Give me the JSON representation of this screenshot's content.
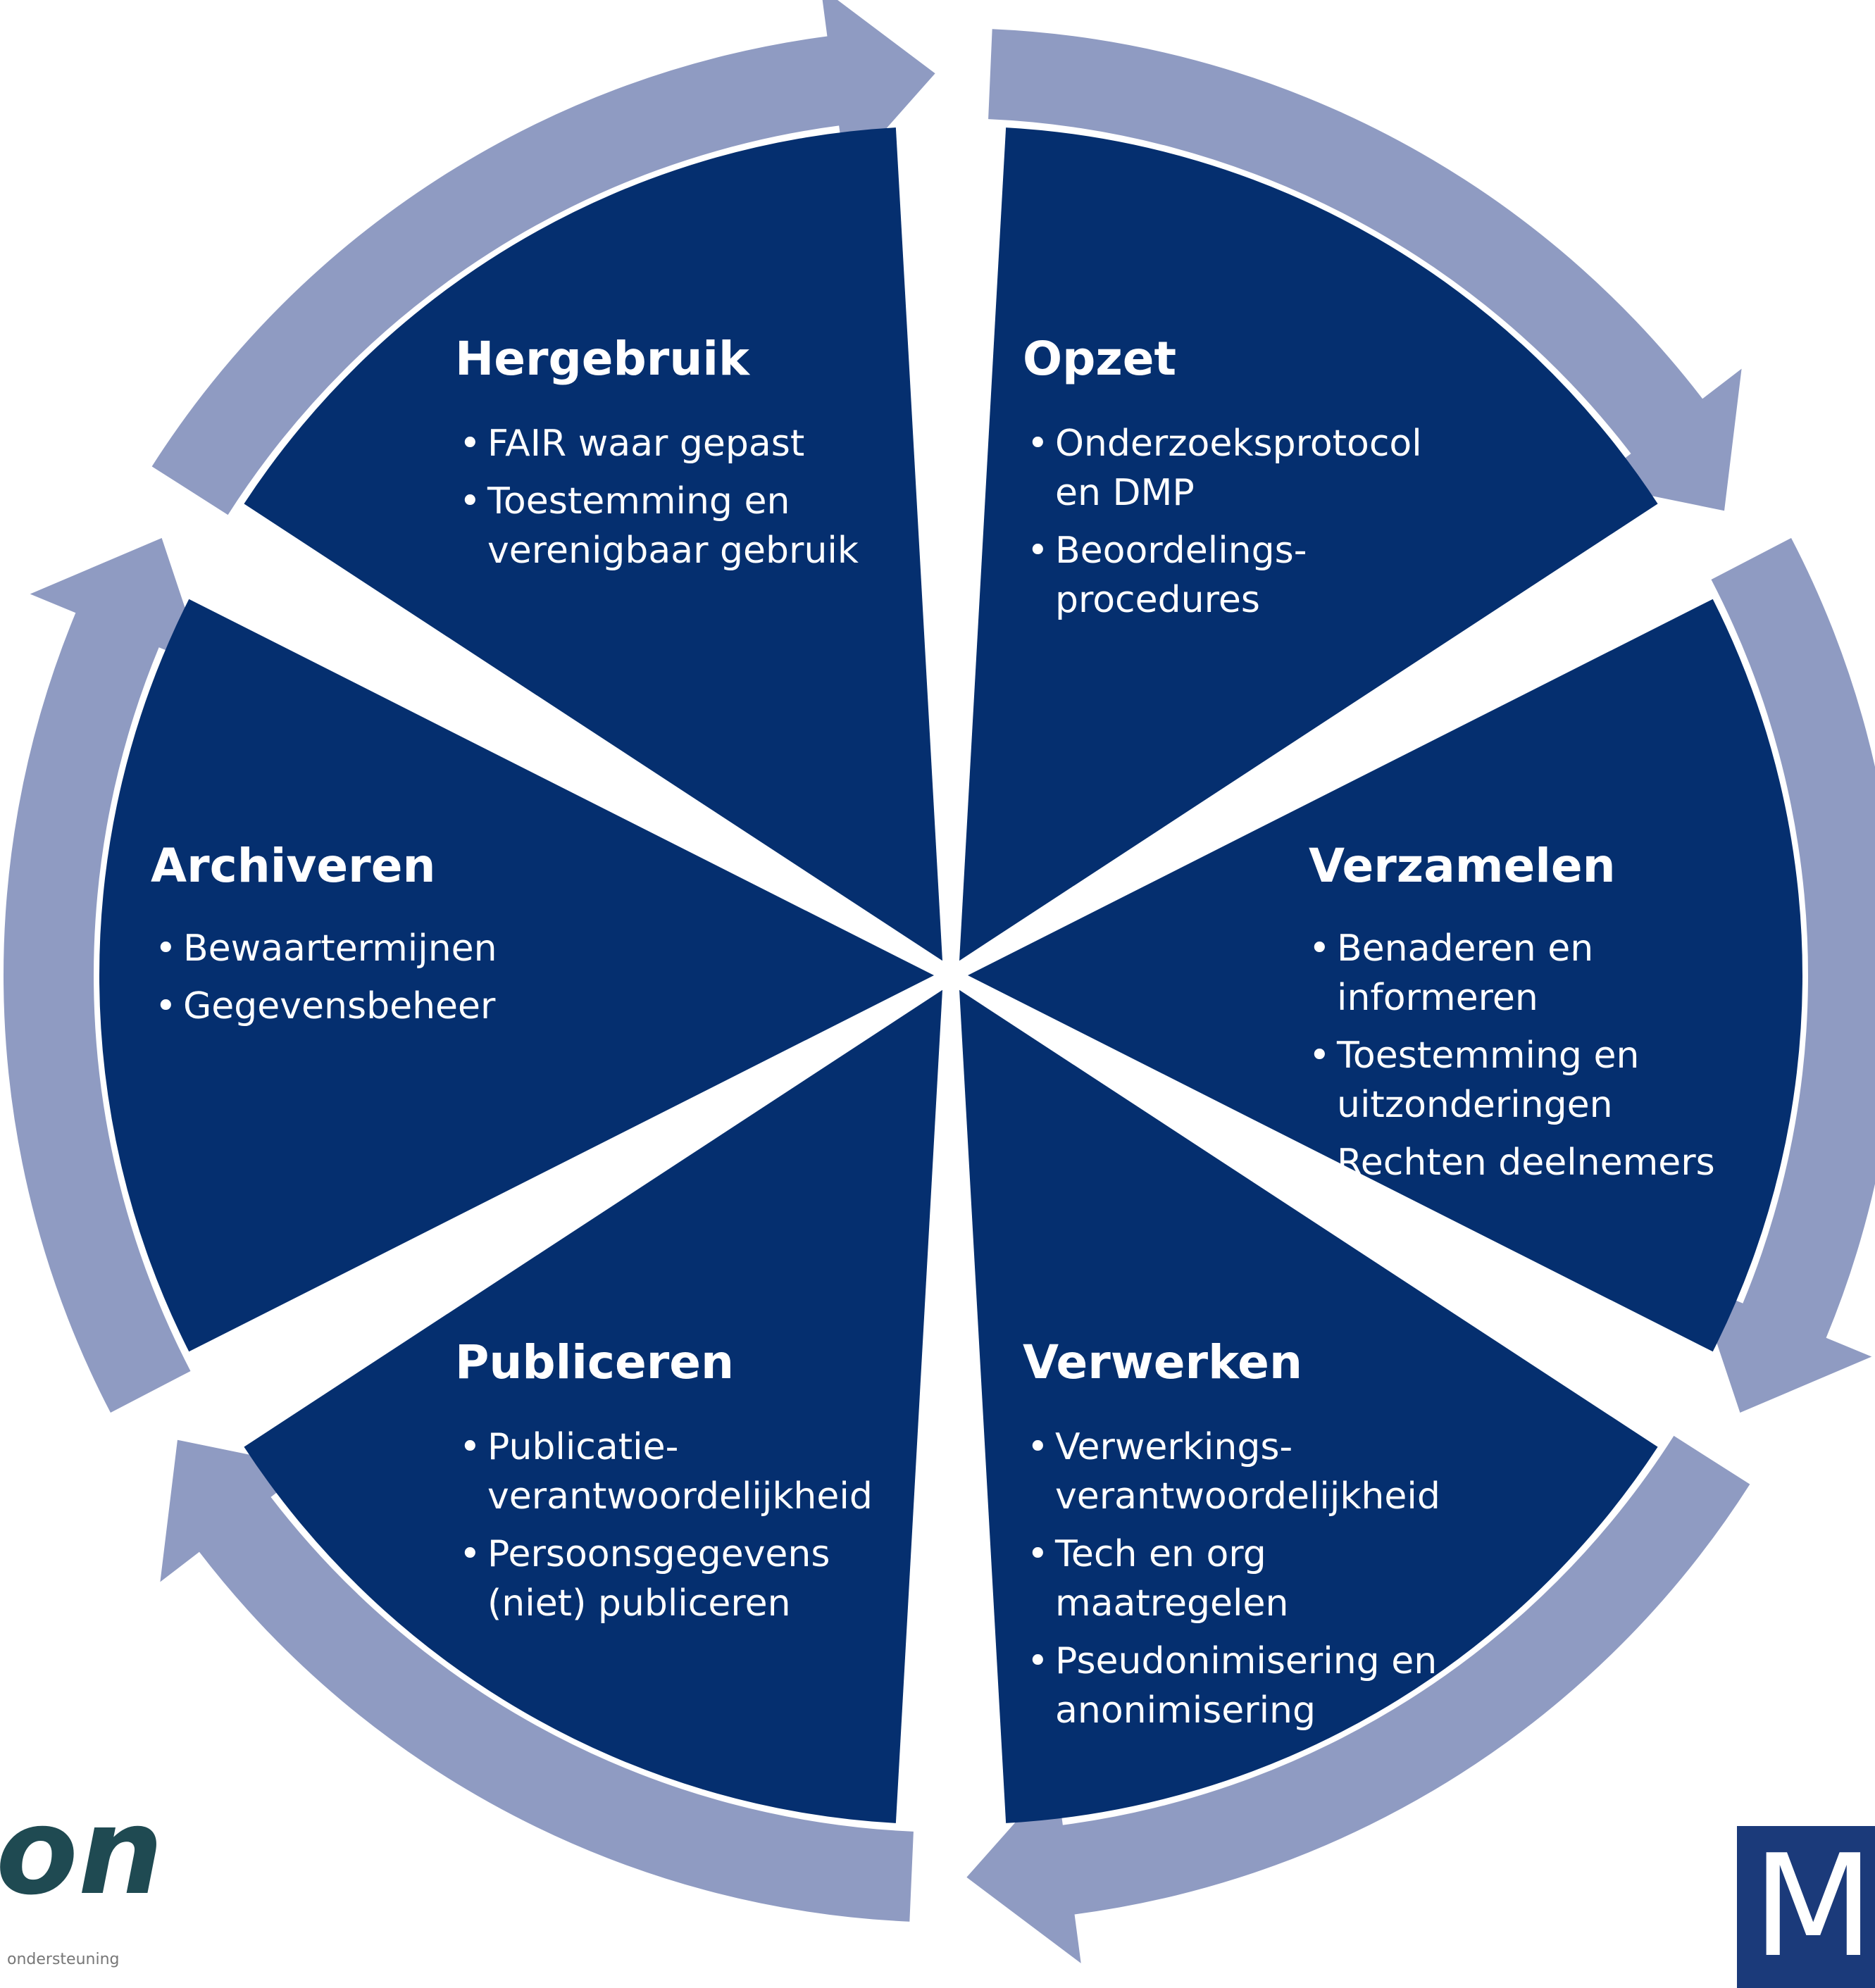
{
  "colors": {
    "segment_fill": "#052f6f",
    "arrow_fill": "#8f9bc2",
    "text": "#ffffff",
    "background": "#ffffff"
  },
  "segments": [
    {
      "title": "Hergebruik",
      "items": [
        "FAIR waar gepast",
        "Toestemming en\nverenigbaar gebruik"
      ]
    },
    {
      "title": "Opzet",
      "items": [
        "Onderzoeksprotocol\nen DMP",
        "Beoordelings-\nprocedures"
      ]
    },
    {
      "title": "Verzamelen",
      "items": [
        "Benaderen en\ninformeren",
        "Toestemming en\nuitzonderingen",
        "Rechten deelnemers"
      ]
    },
    {
      "title": "Verwerken",
      "items": [
        "Verwerkings-\nverantwoordelijkheid",
        "Tech en org\nmaatregelen",
        "Pseudonimisering en\nanonimisering"
      ]
    },
    {
      "title": "Publiceren",
      "items": [
        "Publicatie-\nverantwoordelijkheid",
        "Persoonsgegevens\n(niet) publiceren"
      ]
    },
    {
      "title": "Archiveren",
      "items": [
        "Bewaartermijnen",
        "Gegevensbeheer"
      ]
    }
  ],
  "logos": {
    "left_text": "on",
    "left_subtext": "ondersteuning",
    "right_text": "M"
  }
}
